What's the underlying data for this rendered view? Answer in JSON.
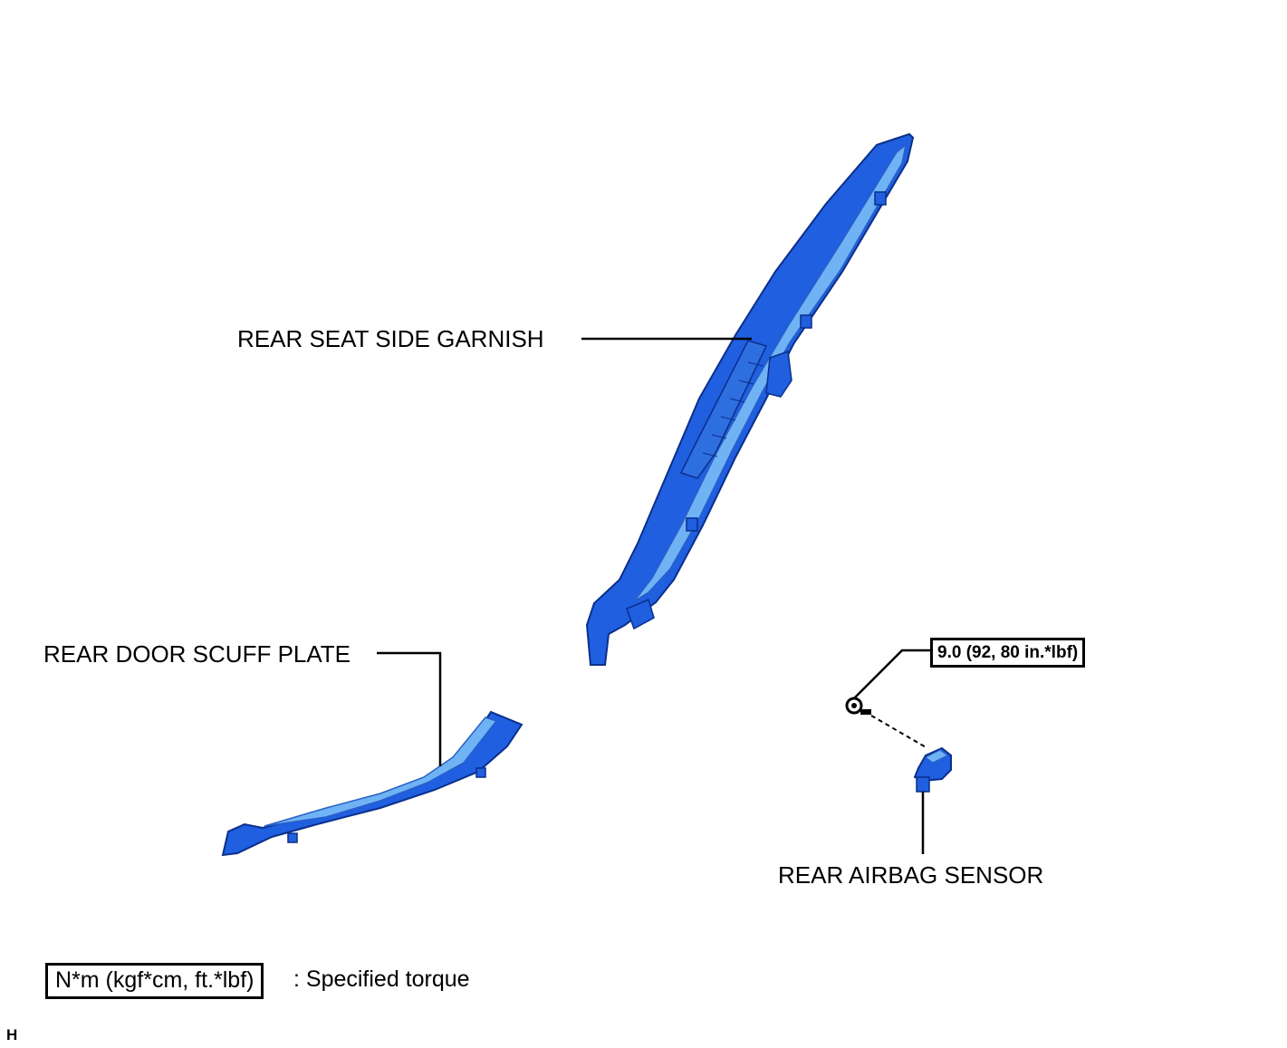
{
  "labels": {
    "garnish": "REAR SEAT SIDE GARNISH",
    "scuff_plate": "REAR DOOR SCUFF PLATE",
    "airbag_sensor": "REAR AIRBAG SENSOR"
  },
  "torque": {
    "sensor_bolt": "9.0 (92, 80 in.*lbf)"
  },
  "legend": {
    "symbol": "N*m (kgf*cm, ft.*lbf)",
    "meaning": ": Specified torque"
  },
  "corner_mark": "H",
  "colors": {
    "part_fill": "#1f5fe0",
    "part_shade": "#1238a8",
    "part_highlight": "#5aa0f2",
    "leader": "#000000"
  }
}
